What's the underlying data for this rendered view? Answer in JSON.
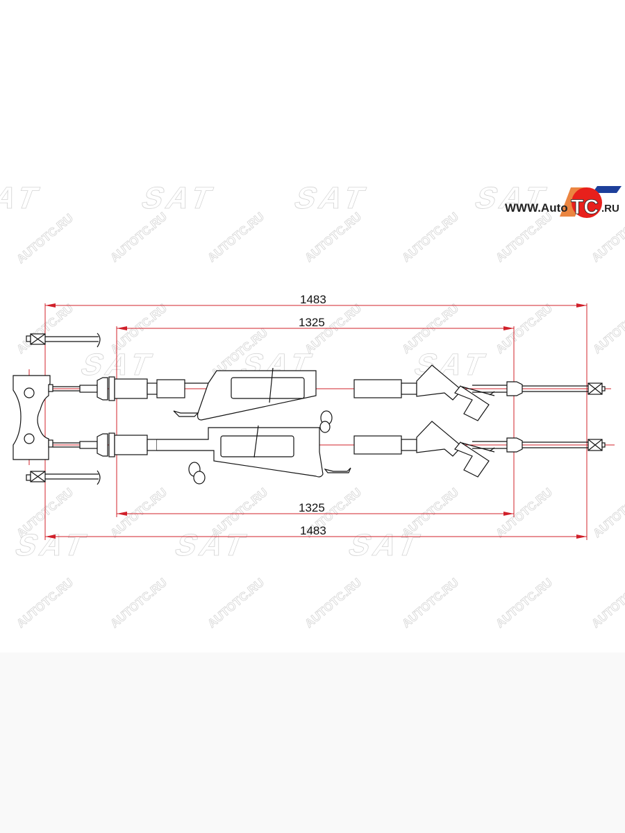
{
  "logo": {
    "text_prefix": "WWW.Auto",
    "text_brand": "TC",
    "text_suffix": ".RU",
    "colors": {
      "red": "#e8201c",
      "blue": "#1d3f9a",
      "orange": "#e87020"
    }
  },
  "watermark": {
    "text": "AUTOTC.RU",
    "brand": "SAT"
  },
  "dimensions": {
    "top_overall": "1483",
    "top_inner": "1325",
    "bottom_inner": "1325",
    "bottom_overall": "1483"
  },
  "colors": {
    "dimension_line": "#d0202a",
    "outline": "#111111"
  }
}
